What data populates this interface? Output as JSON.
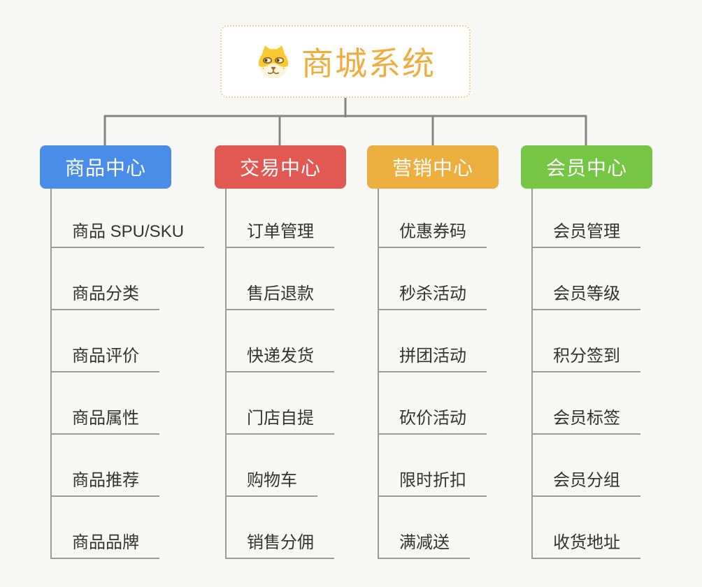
{
  "root": {
    "title": "商城系统",
    "icon": "dog-face-icon"
  },
  "branches": [
    {
      "label": "商品中心",
      "color": "#4a8de9",
      "items": [
        "商品 SPU/SKU",
        "商品分类",
        "商品评价",
        "商品属性",
        "商品推荐",
        "商品品牌"
      ]
    },
    {
      "label": "交易中心",
      "color": "#e25853",
      "items": [
        "订单管理",
        "售后退款",
        "快递发货",
        "门店自提",
        "购物车",
        "销售分佣"
      ]
    },
    {
      "label": "营销中心",
      "color": "#ecae3e",
      "items": [
        "优惠券码",
        "秒杀活动",
        "拼团活动",
        "砍价活动",
        "限时折扣",
        "满减送"
      ]
    },
    {
      "label": "会员中心",
      "color": "#77c545",
      "items": [
        "会员管理",
        "会员等级",
        "积分签到",
        "会员标签",
        "会员分组",
        "收货地址"
      ]
    }
  ],
  "colors": {
    "background": "#f7f7f6",
    "connector_gray": "#848484",
    "leaf_line_gray": "#9b9b9b",
    "leaf_text": "#333333",
    "root_text": "#f1ac3d",
    "root_border": "#f3cf92"
  }
}
